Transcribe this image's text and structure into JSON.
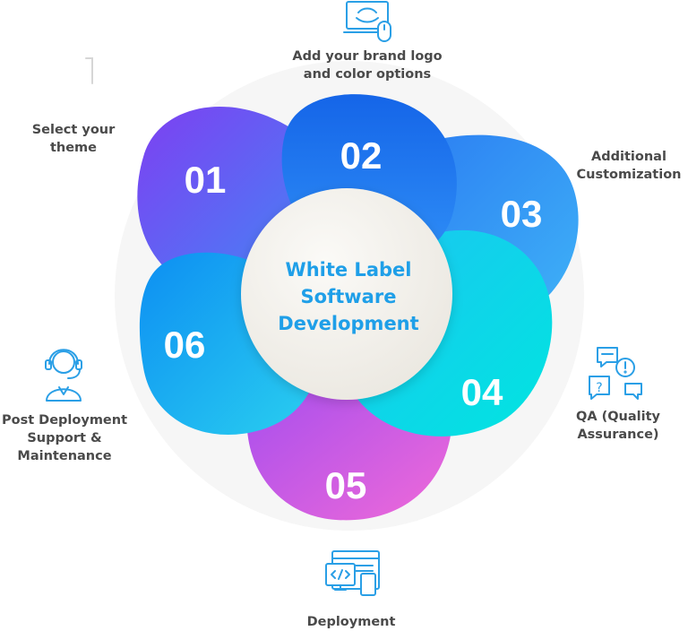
{
  "center": {
    "line1": "White Label",
    "line2": "Software",
    "line3": "Development"
  },
  "steps": [
    {
      "number": "01",
      "label": "Select your\ntheme",
      "color": "#7c4dff"
    },
    {
      "number": "02",
      "label": "Add your brand logo\nand color options",
      "color": "#1e6ff2"
    },
    {
      "number": "03",
      "label": "Additional\nCustomization",
      "color": "#2196f3"
    },
    {
      "number": "04",
      "label": "QA (Quality\nAssurance)",
      "color": "#00c9e8"
    },
    {
      "number": "05",
      "label": "Deployment",
      "color": "#e056e8"
    },
    {
      "number": "06",
      "label": "Post Deployment\nSupport &\nMaintenance",
      "color": "#19a4ef"
    }
  ],
  "colors": {
    "center_text": "#1f9fe8",
    "label_text": "#4a4a4a",
    "icon_stroke": "#2a9fe6",
    "center_fill": "#f4f2ee"
  },
  "icons": [
    "monitor-brand-icon",
    "devices-code-icon",
    "chat-question-icon",
    "headset-support-icon",
    "cursor-icon"
  ]
}
